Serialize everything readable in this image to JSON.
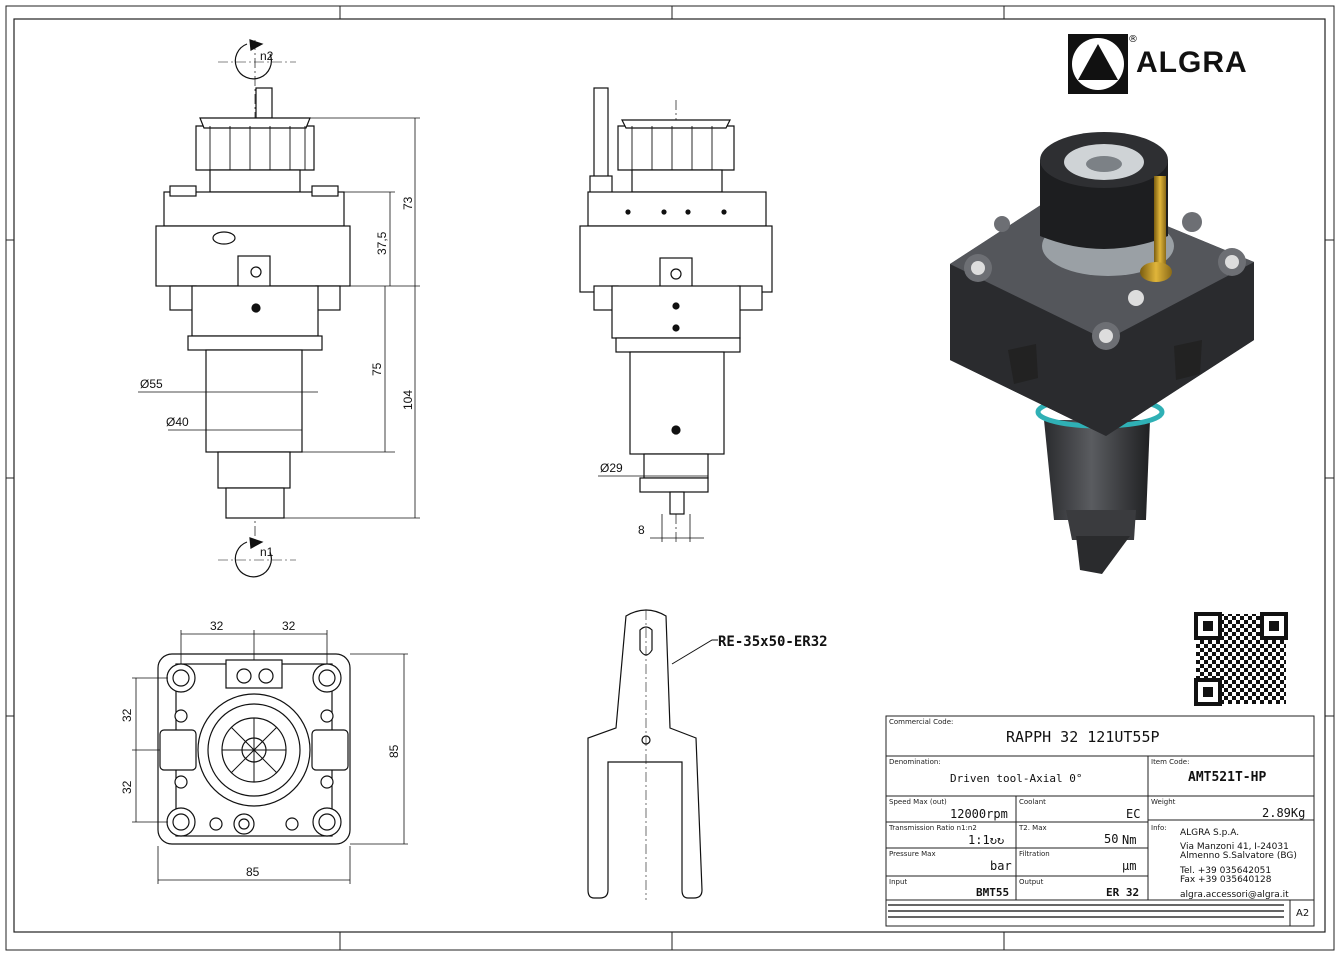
{
  "brand": {
    "name": "ALGRA",
    "reg": "®"
  },
  "views": {
    "rotation_top": "n2",
    "rotation_bottom": "n1",
    "dims_front": {
      "d55": "Ø55",
      "d40": "Ø40",
      "h73": "73",
      "h375": "37,5",
      "h75": "75",
      "h104": "104"
    },
    "dims_side": {
      "d29": "Ø29",
      "w8": "8"
    },
    "dims_bottom": {
      "a32": "32",
      "b32": "32",
      "c32": "32",
      "e32": "32",
      "w85": "85",
      "h85": "85"
    },
    "wrench_label": "RE-35x50-ER32"
  },
  "title_block": {
    "commercial_code_label": "Commercial Code:",
    "commercial_code": "RAPPH 32 121UT55P",
    "denomination_label": "Denomination:",
    "denomination": "Driven tool-Axial 0°",
    "item_code_label": "Item Code:",
    "item_code": "AMT521T-HP",
    "speed_label": "Speed Max (out)",
    "speed": "12000rpm",
    "coolant_label": "Coolant",
    "coolant": "EC",
    "weight_label": "Weight",
    "weight": "2.89Kg",
    "ratio_label": "Transmission Ratio n1:n2",
    "ratio": "1:1↻↻",
    "torque_label": "T2. Max",
    "torque_value": "50",
    "torque_unit": "Nm",
    "info_label": "Info:",
    "pressure_label": "Pressure Max",
    "pressure": "bar",
    "filtration_label": "Filtration",
    "filtration": "µm",
    "input_label": "Input",
    "input": "BMT55",
    "output_label": "Output",
    "output": "ER 32",
    "company": [
      "ALGRA S.p.A.",
      "Via Manzoni 41, I-24031",
      "Almenno S.Salvatore (BG)",
      "Tel. +39 035642051",
      "Fax +39 035640128",
      "algra.accessori@algra.it"
    ],
    "sheet_size": "A2"
  }
}
